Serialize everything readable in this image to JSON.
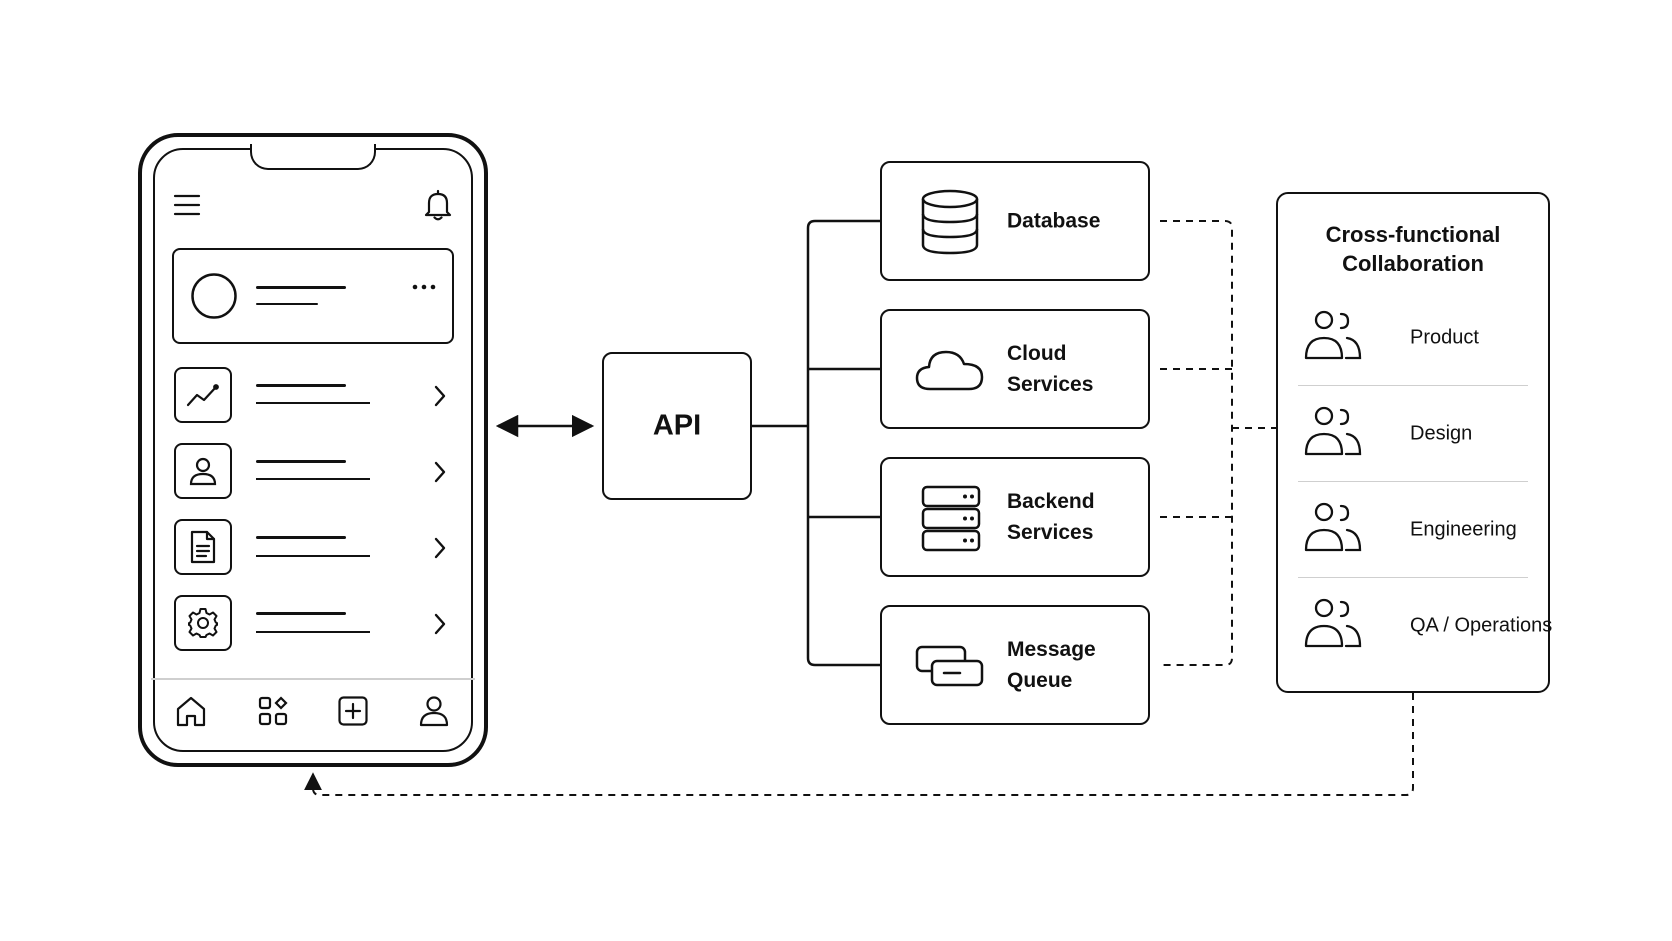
{
  "api": {
    "label": "API"
  },
  "services": [
    {
      "label": "Database",
      "icon": "database-icon"
    },
    {
      "label": "Cloud\nServices",
      "icon": "cloud-icon"
    },
    {
      "label": "Backend\nServices",
      "icon": "server-icon"
    },
    {
      "label": "Message\nQueue",
      "icon": "message-queue-icon"
    }
  ],
  "collaboration": {
    "title": "Cross-functional\nCollaboration",
    "teams": [
      {
        "label": "Product",
        "icon": "team-icon"
      },
      {
        "label": "Design",
        "icon": "team-icon"
      },
      {
        "label": "Engineering",
        "icon": "team-icon"
      },
      {
        "label": "QA / Operations",
        "icon": "team-icon"
      }
    ]
  },
  "phone": {
    "header_icons": [
      "menu-icon",
      "bell-icon"
    ],
    "card_icons": [
      "avatar-circle-icon",
      "more-dots-icon"
    ],
    "list_icons": [
      "trend-chart-icon",
      "user-icon",
      "document-icon",
      "gear-icon"
    ],
    "tab_icons": [
      "home-icon",
      "apps-grid-icon",
      "add-square-icon",
      "profile-icon"
    ]
  },
  "colors": {
    "stroke": "#111111",
    "divider": "#cfcfcf",
    "background": "#ffffff"
  }
}
